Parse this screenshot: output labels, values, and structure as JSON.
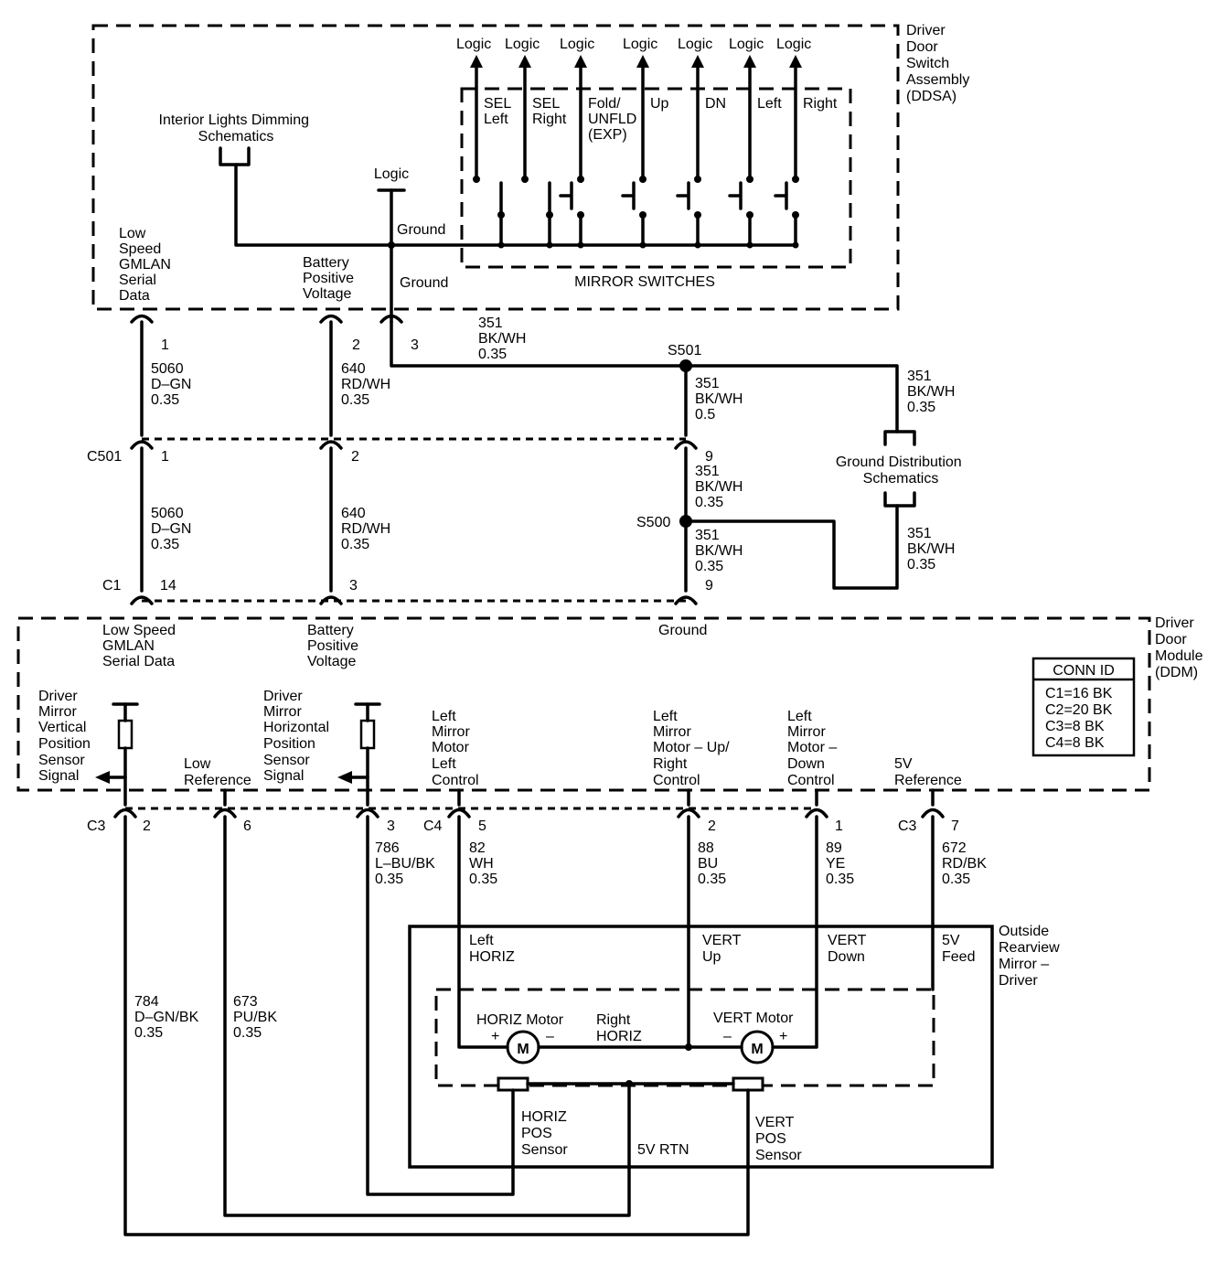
{
  "ddsa": {
    "label": [
      "Driver",
      "Door",
      "Switch",
      "Assembly",
      "(DDSA)"
    ],
    "interior_lights": [
      "Interior Lights Dimming",
      "Schematics"
    ],
    "logic_label": "Logic",
    "ground_inner": "Ground",
    "ground_pin": "Ground",
    "low_speed_label": [
      "Low",
      "Speed",
      "GMLAN",
      "Serial",
      "Data"
    ],
    "battery_label": [
      "Battery",
      "Positive",
      "Voltage"
    ],
    "mirror_switches": "MIRROR SWITCHES",
    "switches": [
      {
        "logic": "Logic",
        "label": [
          "SEL",
          "Left"
        ]
      },
      {
        "logic": "Logic",
        "label": [
          "SEL",
          "Right"
        ]
      },
      {
        "logic": "Logic",
        "label": [
          "Fold/",
          "UNFLD",
          "(EXP)"
        ]
      },
      {
        "logic": "Logic",
        "label": [
          "Up"
        ]
      },
      {
        "logic": "Logic",
        "label": [
          "DN"
        ]
      },
      {
        "logic": "Logic",
        "label": [
          "Left"
        ]
      },
      {
        "logic": "Logic",
        "label": [
          "Right"
        ]
      }
    ]
  },
  "pins_top": {
    "p1": "1",
    "p2": "2",
    "p3": "3"
  },
  "wires": {
    "w5060a": [
      "5060",
      "D–GN",
      "0.35"
    ],
    "w640a": [
      "640",
      "RD/WH",
      "0.35"
    ],
    "w351a": [
      "351",
      "BK/WH",
      "0.35"
    ],
    "w351b": [
      "351",
      "BK/WH",
      "0.5"
    ],
    "w351c": [
      "351",
      "BK/WH",
      "0.35"
    ],
    "w5060b": [
      "5060",
      "D–GN",
      "0.35"
    ],
    "w640b": [
      "640",
      "RD/WH",
      "0.35"
    ],
    "w351d": [
      "351",
      "BK/WH",
      "0.35"
    ],
    "w351e": [
      "351",
      "BK/WH",
      "0.35"
    ],
    "w351f": [
      "351",
      "BK/WH",
      "0.35"
    ],
    "w786": [
      "786",
      "L–BU/BK",
      "0.35"
    ],
    "w82": [
      "82",
      "WH",
      "0.35"
    ],
    "w88": [
      "88",
      "BU",
      "0.35"
    ],
    "w89": [
      "89",
      "YE",
      "0.35"
    ],
    "w672": [
      "672",
      "RD/BK",
      "0.35"
    ],
    "w784": [
      "784",
      "D–GN/BK",
      "0.35"
    ],
    "w673": [
      "673",
      "PU/BK",
      "0.35"
    ]
  },
  "splices": {
    "s501": "S501",
    "s500": "S500"
  },
  "ground_dist": [
    "Ground Distribution",
    "Schematics"
  ],
  "c501": {
    "name": "C501",
    "p1": "1",
    "p2": "2",
    "p9": "9"
  },
  "c1": {
    "name": "C1",
    "p14": "14",
    "p3": "3",
    "p9": "9"
  },
  "ddm": {
    "label": [
      "Driver",
      "Door",
      "Module",
      "(DDM)"
    ],
    "low_speed": [
      "Low Speed",
      "GMLAN",
      "Serial Data"
    ],
    "battery": [
      "Battery",
      "Positive",
      "Voltage"
    ],
    "ground": "Ground",
    "vert_sensor": [
      "Driver",
      "Mirror",
      "Vertical",
      "Position",
      "Sensor",
      "Signal"
    ],
    "low_ref": [
      "Low",
      "Reference"
    ],
    "horiz_sensor": [
      "Driver",
      "Mirror",
      "Horizontal",
      "Position",
      "Sensor",
      "Signal"
    ],
    "left_ctrl": [
      "Left",
      "Mirror",
      "Motor",
      "Left",
      "Control"
    ],
    "up_ctrl": [
      "Left",
      "Mirror",
      "Motor – Up/",
      "Right",
      "Control"
    ],
    "down_ctrl": [
      "Left",
      "Mirror",
      "Motor –",
      "Down",
      "Control"
    ],
    "ref5v": [
      "5V",
      "Reference"
    ]
  },
  "conn_id": {
    "title": "CONN ID",
    "lines": [
      "C1=16 BK",
      "C2=20 BK",
      "C3=8 BK",
      "C4=8 BK"
    ]
  },
  "bottom_pins": {
    "c3a": "C3",
    "p2": "2",
    "p6": "6",
    "p3": "3",
    "c4": "C4",
    "p5": "5",
    "p2b": "2",
    "p1": "1",
    "c3b": "C3",
    "p7": "7"
  },
  "mirror": {
    "label": [
      "Outside",
      "Rearview",
      "Mirror –",
      "Driver"
    ],
    "left_horiz": [
      "Left",
      "HORIZ"
    ],
    "vert_up": [
      "VERT",
      "Up"
    ],
    "vert_down": [
      "VERT",
      "Down"
    ],
    "feed": [
      "5V",
      "Feed"
    ],
    "horiz_motor": "HORIZ Motor",
    "right_horiz": [
      "Right",
      "HORIZ"
    ],
    "vert_motor": "VERT Motor",
    "motor_symbol": "M",
    "plus": "+",
    "minus": "–",
    "horiz_pos": [
      "HORIZ",
      "POS",
      "Sensor"
    ],
    "rtn": "5V RTN",
    "vert_pos": [
      "VERT",
      "POS",
      "Sensor"
    ]
  }
}
